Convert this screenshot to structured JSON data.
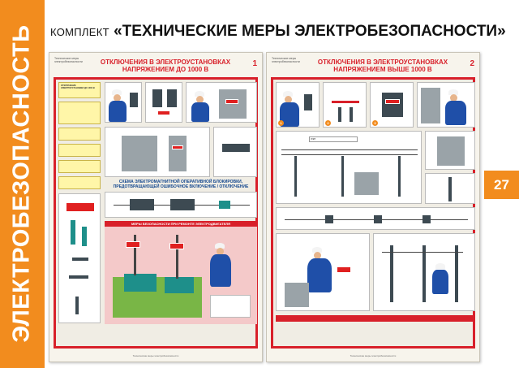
{
  "side_label": "ЭЛЕКТРОБЕЗОПАСНОСТЬ",
  "page_number": "27",
  "title": {
    "prefix": "КОМПЛЕКТ",
    "main": "«ТЕХНИЧЕСКИЕ МЕРЫ ЭЛЕКТРОБЕЗОПАСНОСТИ»"
  },
  "colors": {
    "brand_orange": "#f28c1e",
    "poster_red": "#d8202a",
    "heading_blue": "#14488f"
  },
  "poster1": {
    "number": "1",
    "heading": "ОТКЛЮЧЕНИЯ В ЭЛЕКТРОУСТАНОВКАХ НАПРЯЖЕНИЕМ ДО 1000 В",
    "section_scheme": "СХЕМА ЭЛЕКТРОМАГНИТНОЙ ОПЕРАТИВНОЙ БЛОКИРОВКИ, ПРЕДОТВРАЩАЮЩЕЙ ОШИБОЧНОЕ ВКЛЮЧЕНИЕ / ОТКЛЮЧЕНИЕ",
    "section_motor": "МЕРЫ БЕЗОПАСНОСТИ ПРИ РЕМОНТЕ ЭЛЕКТРОДВИГАТЕЛЯ",
    "left_note_title": "ОТКЛЮЧЕНИЕ ЭЛЕКТРОУСТАНОВКИ ДО 1000 В"
  },
  "poster2": {
    "number": "2",
    "heading": "ОТКЛЮЧЕНИЯ В ЭЛЕКТРОУСТАНОВКАХ НАПРЯЖЕНИЕМ ВЫШЕ 1000 В"
  }
}
